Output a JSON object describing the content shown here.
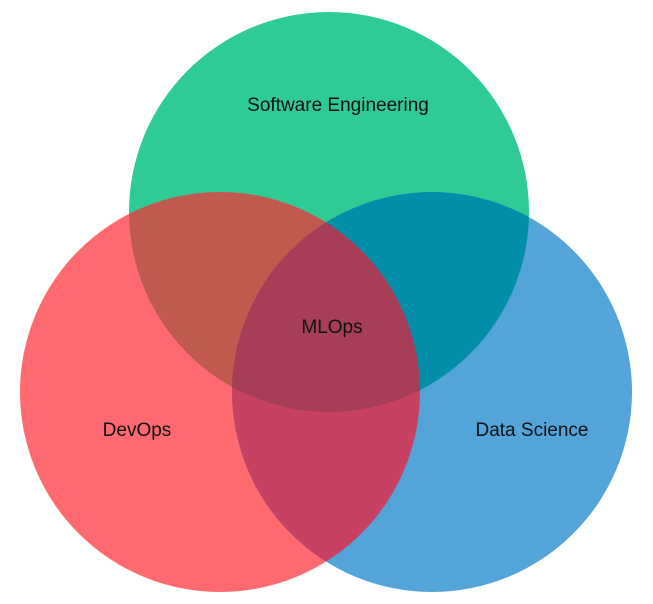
{
  "diagram": {
    "type": "venn",
    "sets": [
      {
        "key": "software_engineering",
        "label": "Software Engineering",
        "color": "#2ecc94"
      },
      {
        "key": "devops",
        "label": "DevOps",
        "color": "#ff6a70"
      },
      {
        "key": "data_science",
        "label": "Data Science",
        "color": "#53a4d9"
      }
    ],
    "intersections": {
      "software_engineering_devops": {
        "color": "#c15a4e"
      },
      "software_engineering_data_science": {
        "color": "#028ea8"
      },
      "devops_data_science": {
        "color": "#c74262"
      },
      "all": {
        "label": "MLOps",
        "color": "#a63e57"
      }
    }
  }
}
